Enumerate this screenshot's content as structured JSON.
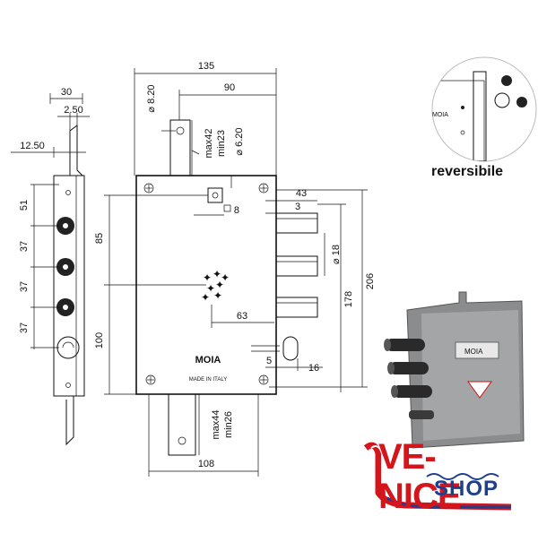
{
  "dimensions": {
    "top_width": "135",
    "top_offset": "90",
    "hole_dia": "8.20",
    "upper_keeper_max": "max42",
    "upper_keeper_min": "min23",
    "pin_dia": "6.20",
    "strip_width": "30",
    "strip_thickness": "2.50",
    "strip_offset": "12.50",
    "spacing_1": "51",
    "spacing_2": "37",
    "spacing_3": "37",
    "spacing_4": "37",
    "square": "8",
    "height_85": "85",
    "height_100": "100",
    "bolt_throw": "43",
    "bolt_3": "3",
    "bolt_dia": "18",
    "bolt_span": "178",
    "total_height": "206",
    "backset": "63",
    "latch_5": "5",
    "latch_16": "16",
    "lower_keeper_max": "max44",
    "lower_keeper_min": "min26",
    "bottom_width": "108"
  },
  "plate_text": {
    "brand": "MOIA",
    "made_in": "MADE IN ITALY"
  },
  "reversibile": "reversibile",
  "photo_label": "MOIA",
  "logo": {
    "main": "VE-NICE",
    "shop": "SHOP"
  },
  "colors": {
    "logo_red": "#d4151c",
    "logo_blue": "#1d3f8e",
    "lock_grey": "#8a8c8e",
    "bolt_dark": "#2a2a2a"
  }
}
